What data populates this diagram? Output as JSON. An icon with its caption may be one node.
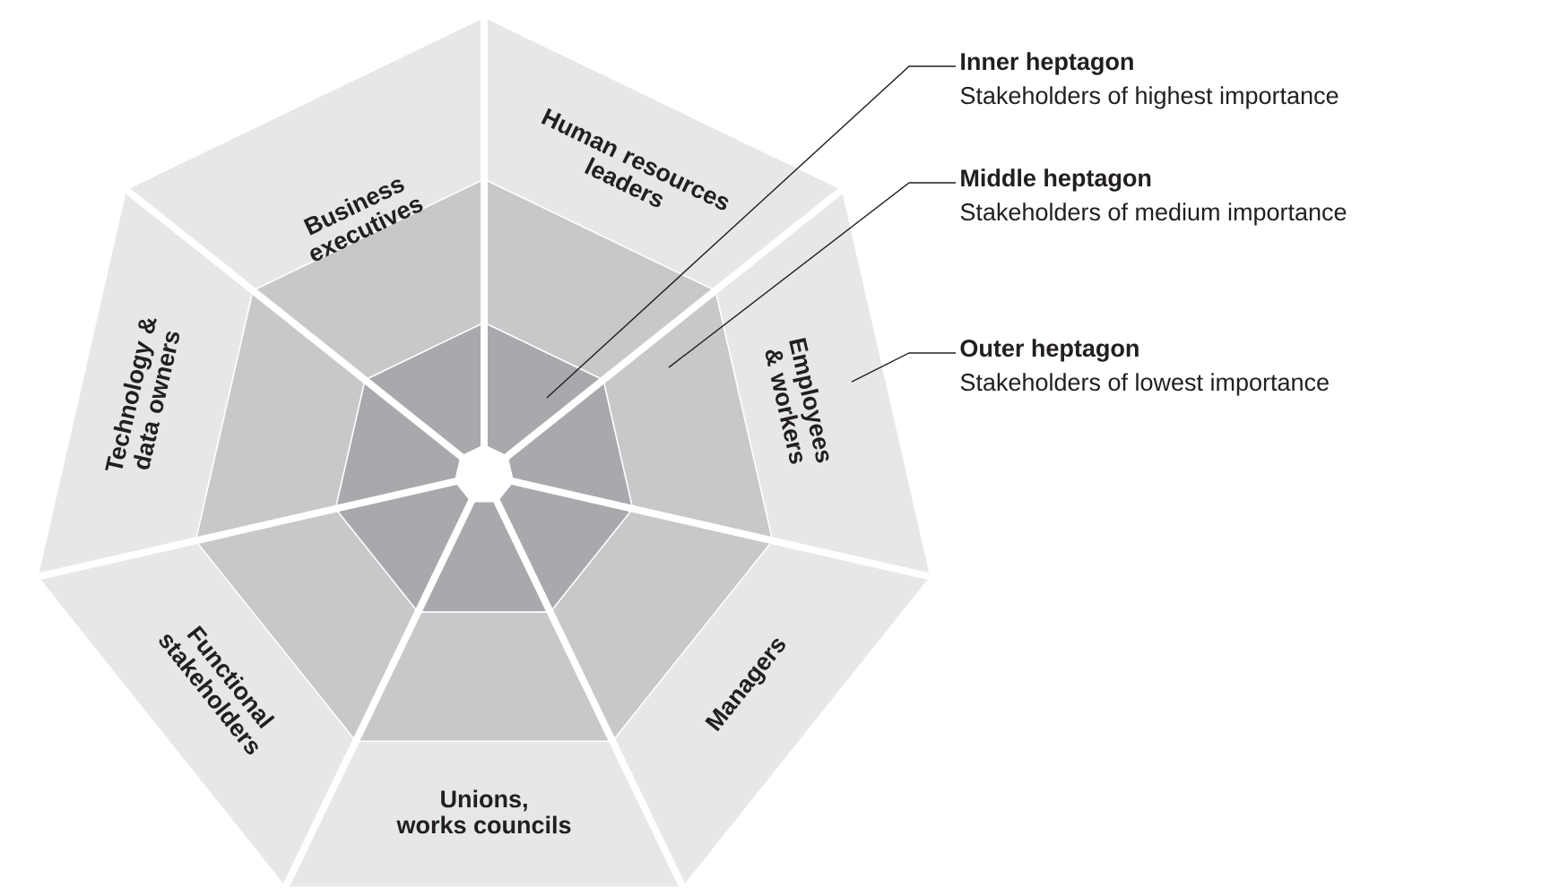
{
  "diagram": {
    "nodes": [
      {
        "text": [
          "Business executives"
        ]
      },
      {
        "text": [
          "Human resources leaders"
        ]
      },
      {
        "text": [
          "Technology & data owners"
        ]
      },
      {
        "text": [
          "Employees & workers"
        ]
      },
      {
        "text": [
          "Functional stakeholders"
        ]
      },
      {
        "text": [
          "Managers"
        ]
      },
      {
        "text": [
          "Unions, works councils"
        ]
      },
      {
        "text": [
          "Inner heptagon",
          "Stakeholders of highest importance"
        ]
      },
      {
        "text": [
          "Middle heptagon",
          "Stakeholders of medium importance"
        ]
      },
      {
        "text": [
          "Outer heptagon",
          "Stakeholders of lowest importance"
        ]
      }
    ],
    "edges": [
      {
        "from": 7,
        "to": 1,
        "arrow": "none"
      },
      {
        "from": 8,
        "to": 3,
        "arrow": "none"
      },
      {
        "from": 9,
        "to": 3,
        "arrow": "none"
      }
    ]
  }
}
